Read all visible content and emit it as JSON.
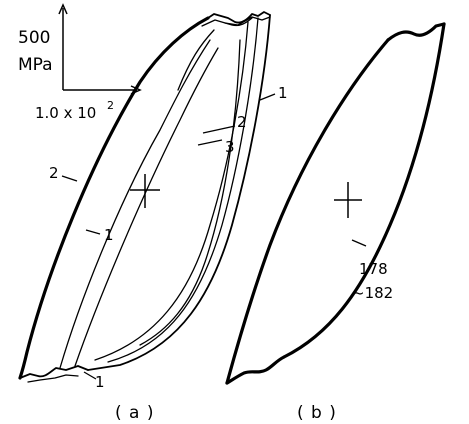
{
  "scale_bar": {
    "y_value": "500",
    "y_unit": "MPa",
    "x_value_main": "1.0 x 10",
    "x_value_exp": "2"
  },
  "panel_a": {
    "caption": "( a )",
    "labels": {
      "left_2": "2",
      "left_1": "1",
      "right_1": "1",
      "right_2": "2",
      "right_3": "3",
      "bottom_1": "1"
    }
  },
  "panel_b": {
    "caption": "( b )",
    "range_line1": "178",
    "range_line2": "~182"
  }
}
